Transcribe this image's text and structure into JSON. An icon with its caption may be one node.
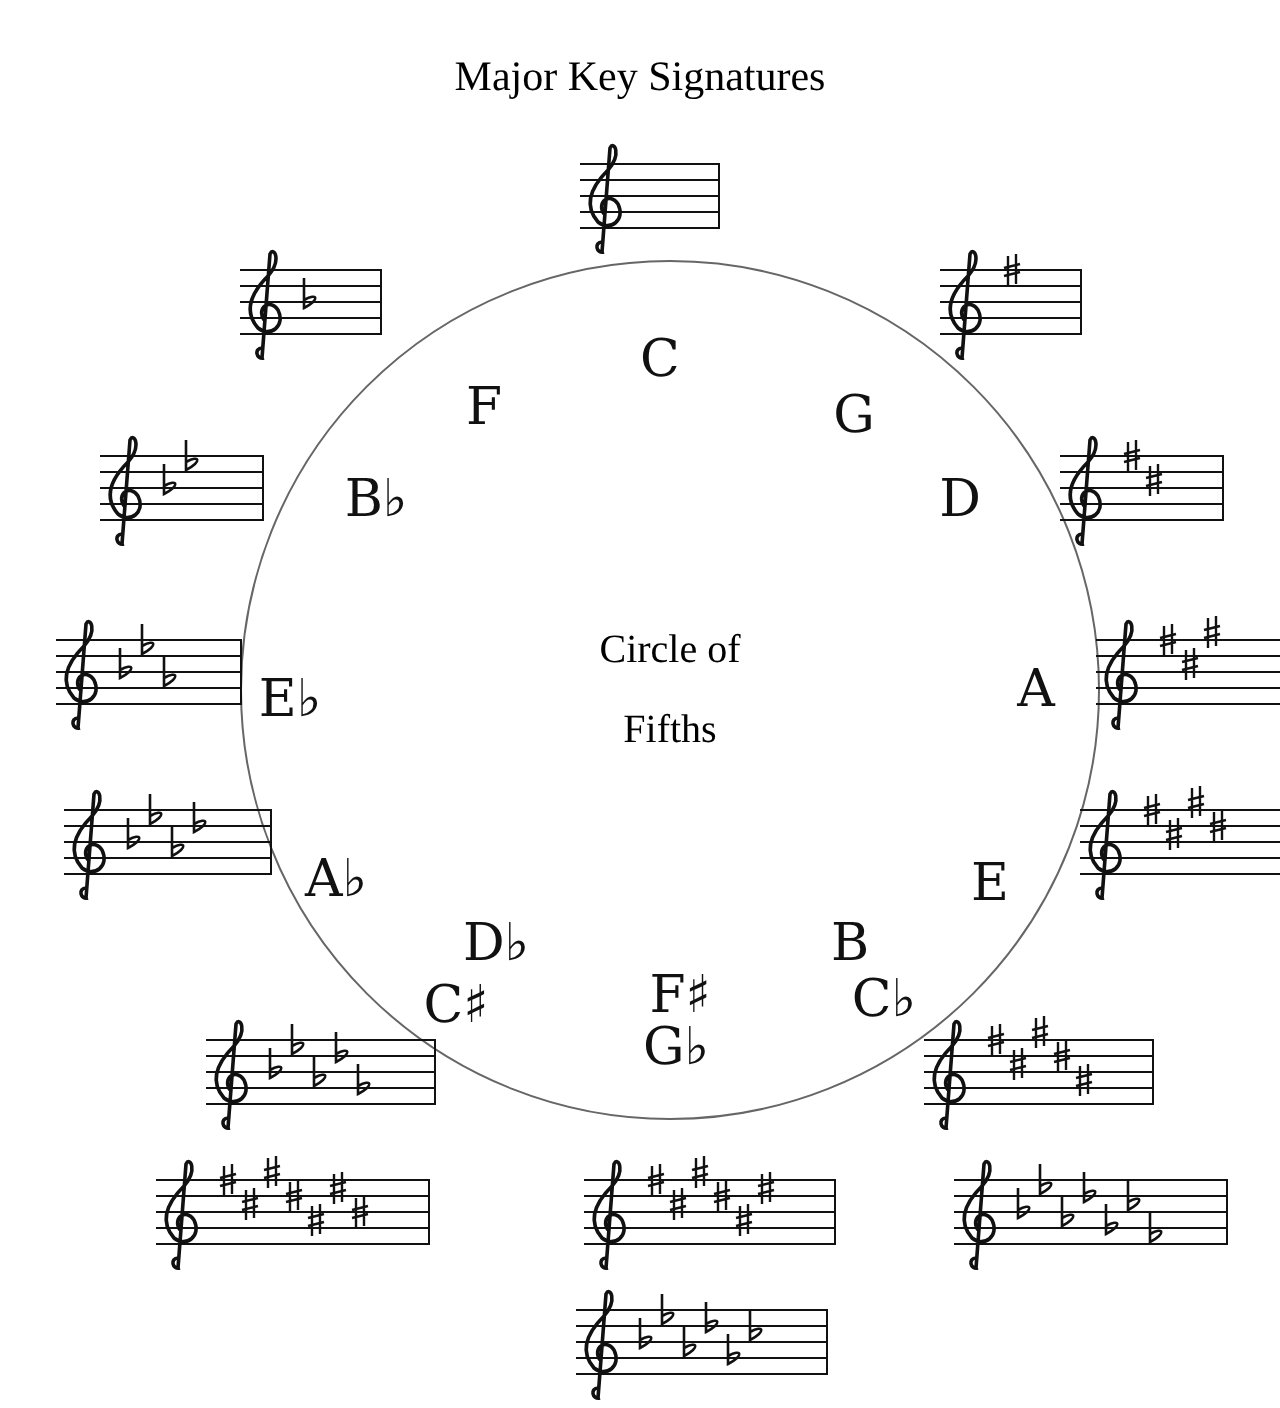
{
  "diagram": {
    "title": "Major Key Signatures",
    "nodes": [
      {
        "text": [
          "Circle of Fifths"
        ]
      }
    ],
    "edges": [],
    "labels": [
      "C",
      "F",
      "G",
      "B♭",
      "D",
      "E♭",
      "A",
      "A♭",
      "E",
      "D♭",
      "B",
      "C♯",
      "F♯",
      "C♭",
      "G♭"
    ]
  }
}
